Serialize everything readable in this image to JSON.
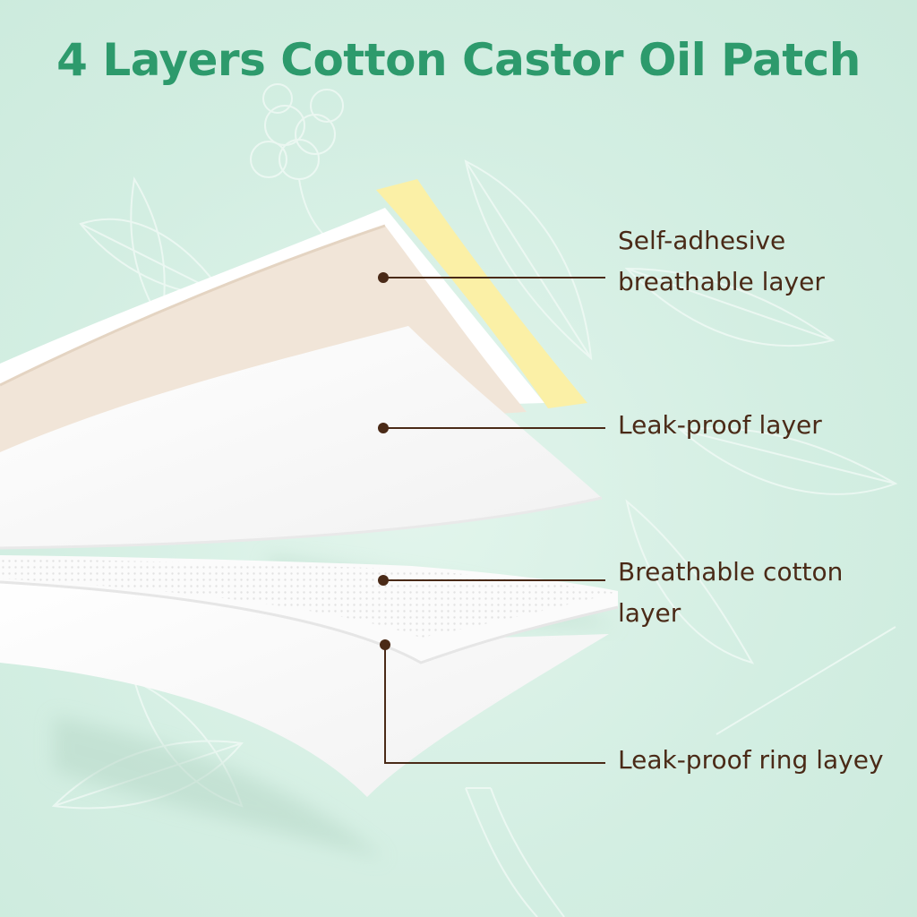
{
  "title": "4 Layers Cotton Castor Oil Patch",
  "colors": {
    "title": "#2d9a6c",
    "label_text": "#4a2a17",
    "leader_line": "#4a2a17",
    "background": "#d3eee2",
    "adhesive_strip": "#fbf0a6",
    "beige_layer": "#f1e5d8",
    "white_layer": "#ffffff"
  },
  "layers": [
    {
      "label_lines": [
        "Self-adhesive",
        "breathable layer"
      ]
    },
    {
      "label_lines": [
        "Leak-proof layer"
      ]
    },
    {
      "label_lines": [
        "Breathable cotton",
        "layer"
      ]
    },
    {
      "label_lines": [
        "Leak-proof ring layey"
      ]
    }
  ],
  "icons": [
    "leaf-outline-icon",
    "flower-outline-icon",
    "root-outline-icon"
  ]
}
